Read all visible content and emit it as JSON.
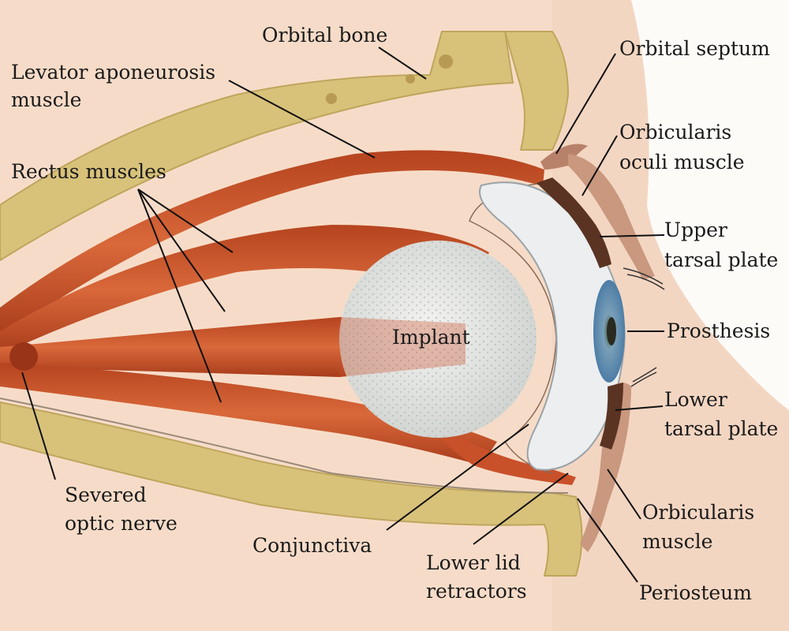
{
  "labels": {
    "orbital_bone": "Orbital bone",
    "levator": [
      "Levator aponeurosis",
      "muscle"
    ],
    "rectus": "Rectus muscles",
    "severed_optic_nerve": [
      "Severed",
      "optic nerve"
    ],
    "conjunctiva": "Conjunctiva",
    "lower_lid_retractors": [
      "Lower lid",
      "retractors"
    ],
    "periosteum": "Periosteum",
    "orbicularis_muscle": [
      "Orbicularis",
      "muscle"
    ],
    "lower_tarsal_plate": [
      "Lower",
      "tarsal plate"
    ],
    "prosthesis": "Prosthesis",
    "upper_tarsal_plate": [
      "Upper",
      "tarsal plate"
    ],
    "orbicularis_oculi": [
      "Orbicularis",
      "oculi muscle"
    ],
    "orbital_septum": "Orbital septum",
    "implant": "Implant"
  },
  "colors": {
    "background": "#f6dcc8",
    "bone": "#d8c27a",
    "muscle": "#c8512a",
    "tarsal": "#5a3322",
    "septum": "#b8826a",
    "prosthesis": "#eceef0",
    "iris": "#6f9fc4",
    "implant": "#e4e6e4"
  }
}
